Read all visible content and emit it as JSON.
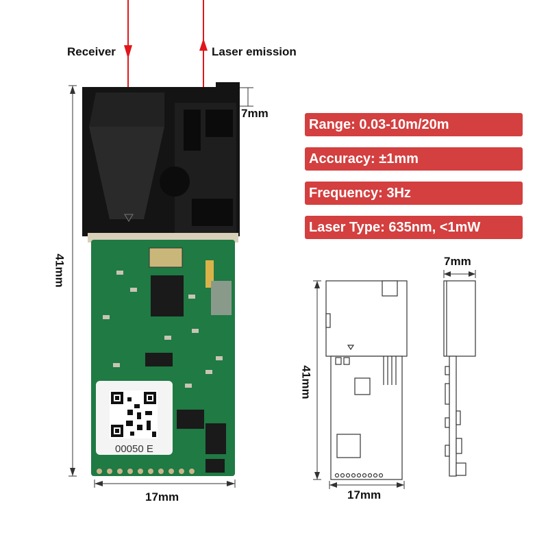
{
  "labels": {
    "receiver": "Receiver",
    "laser_emission": "Laser emission",
    "top_height": "7mm",
    "main_length": "41mm",
    "main_width": "17mm",
    "draw_length": "41mm",
    "draw_width": "17mm",
    "side_depth": "7mm",
    "pcb_code": "00050 E"
  },
  "specs": [
    {
      "text": "Range: 0.03-10m/20m"
    },
    {
      "text": "Accuracy: ±1mm"
    },
    {
      "text": "Frequency: 3Hz"
    },
    {
      "text": "Laser Type: 635nm, <1mW"
    }
  ],
  "colors": {
    "accent": "#d43f3f",
    "beam": "#e0161b",
    "pcb": "#1f7a43",
    "housing": "#111111"
  }
}
